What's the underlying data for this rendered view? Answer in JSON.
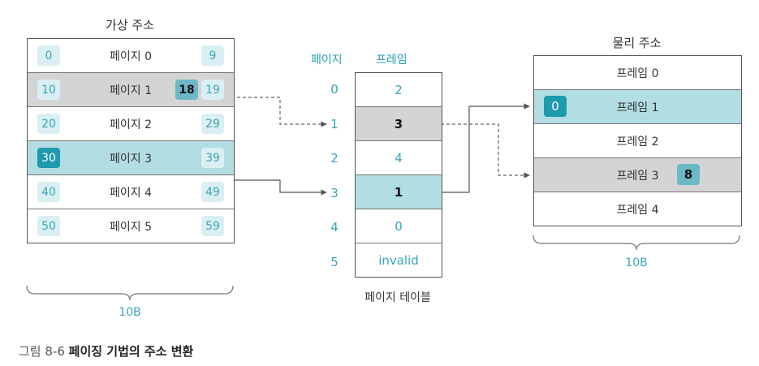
{
  "virtual": {
    "title": "가상 주소",
    "size": "10B",
    "pages": [
      {
        "label": "페이지 0",
        "start": "0",
        "end": "9"
      },
      {
        "label": "페이지 1",
        "start": "10",
        "end": "19",
        "offset": "18"
      },
      {
        "label": "페이지 2",
        "start": "20",
        "end": "29"
      },
      {
        "label": "페이지 3",
        "start": "30",
        "end": "39"
      },
      {
        "label": "페이지 4",
        "start": "40",
        "end": "49"
      },
      {
        "label": "페이지 5",
        "start": "50",
        "end": "59"
      }
    ]
  },
  "page_table": {
    "title": "페이지 테이블",
    "page_header": "페이지",
    "frame_header": "프레임",
    "rows": [
      {
        "page": "0",
        "frame": "2"
      },
      {
        "page": "1",
        "frame": "3"
      },
      {
        "page": "2",
        "frame": "4"
      },
      {
        "page": "3",
        "frame": "1"
      },
      {
        "page": "4",
        "frame": "0"
      },
      {
        "page": "5",
        "frame": "invalid"
      }
    ]
  },
  "physical": {
    "title": "물리 주소",
    "size": "10B",
    "frames": [
      {
        "label": "프레임 0"
      },
      {
        "label": "프레임 1",
        "frame_number": "0"
      },
      {
        "label": "프레임 2"
      },
      {
        "label": "프레임 3",
        "offset": "8"
      },
      {
        "label": "프레임 4"
      }
    ]
  },
  "caption": {
    "number": "그림 8-6",
    "text": "페이징 기법의 주소 변환"
  },
  "colors": {
    "accent": "#3aa5b8",
    "accent_dark": "#1e9aad",
    "highlight_teal": "#b2dde2",
    "highlight_gray": "#d4d4d4"
  }
}
